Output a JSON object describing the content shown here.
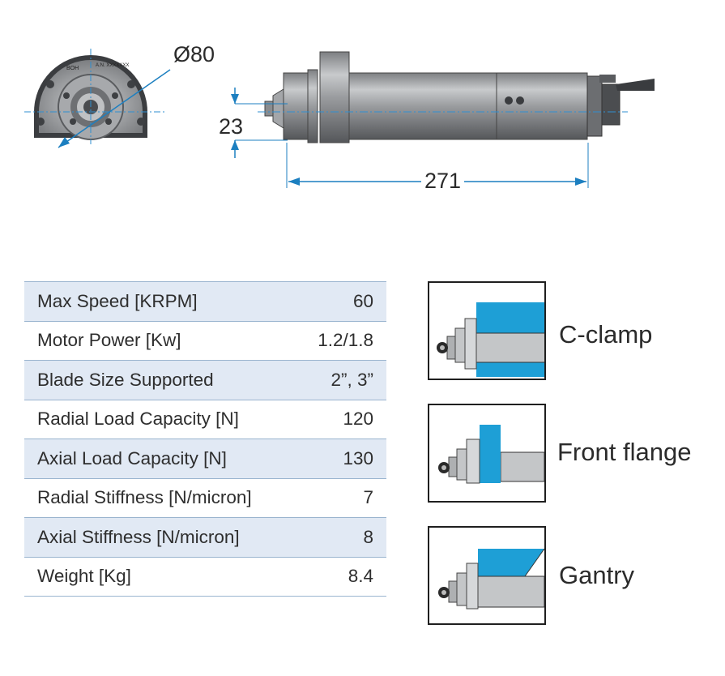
{
  "dimensions": {
    "diameter": "Ø80",
    "height": "23",
    "length": "271",
    "flange_markings": [
      "BOH",
      "A.N. XXXXXXX"
    ]
  },
  "specs": [
    {
      "label": "Max Speed [KRPM]",
      "value": "60"
    },
    {
      "label": "Motor Power [Kw]",
      "value": "1.2/1.8"
    },
    {
      "label": "Blade Size Supported",
      "value": "2”, 3”"
    },
    {
      "label": "Radial Load Capacity [N]",
      "value": "120"
    },
    {
      "label": "Axial Load Capacity [N]",
      "value": "130"
    },
    {
      "label": "Radial Stiffness [N/micron]",
      "value": "7"
    },
    {
      "label": "Axial Stiffness [N/micron]",
      "value": "8"
    },
    {
      "label": "Weight [Kg]",
      "value": "8.4"
    }
  ],
  "mounts": [
    {
      "label": "C-clamp",
      "icon": "c-clamp-mount-icon"
    },
    {
      "label": "Front flange",
      "icon": "front-flange-mount-icon"
    },
    {
      "label": "Gantry",
      "icon": "gantry-mount-icon"
    }
  ],
  "colors": {
    "accent_blue": "#1e9fd6",
    "row_tint": "#e1e9f4",
    "rule": "#9ab4cf",
    "dimension_line": "#1c7fc0"
  }
}
